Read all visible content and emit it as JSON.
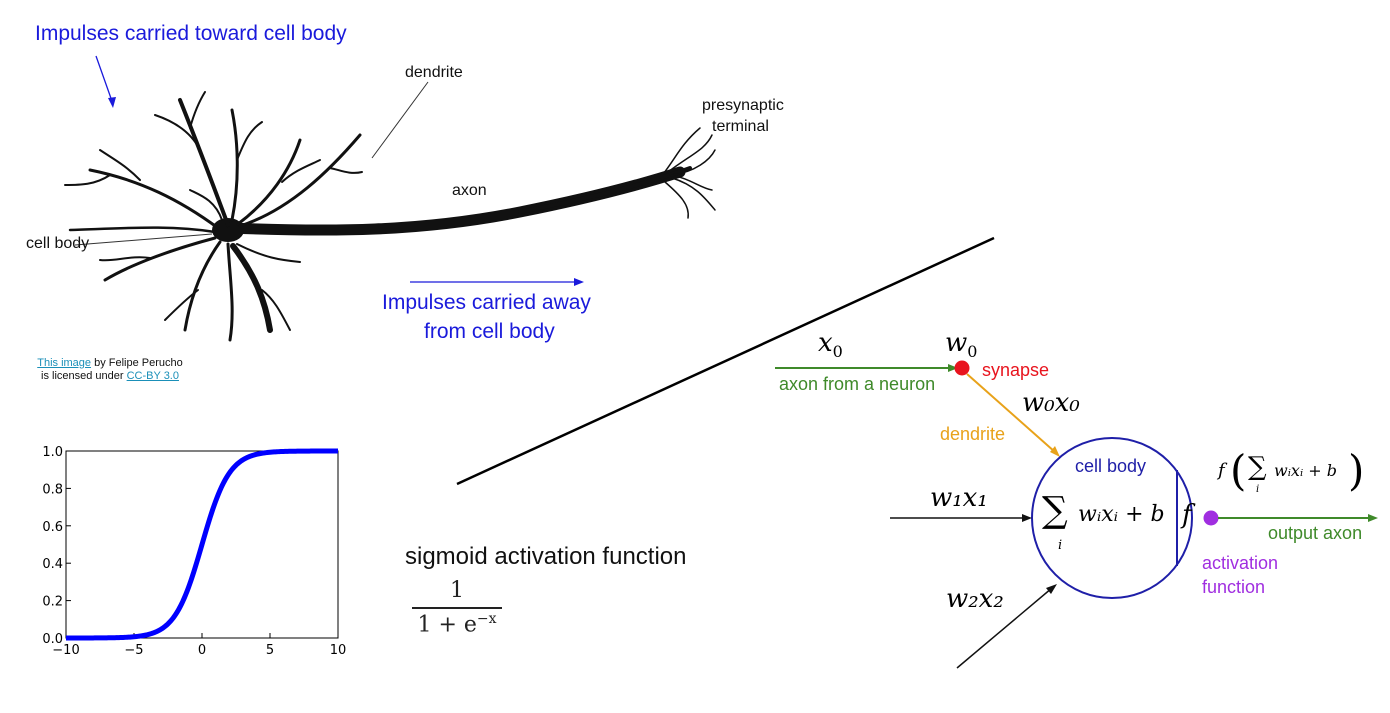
{
  "neuron": {
    "impulses_toward": "Impulses carried toward cell body",
    "dendrite": "dendrite",
    "presynaptic_line1": "presynaptic",
    "presynaptic_line2": "terminal",
    "axon": "axon",
    "cell_body": "cell body",
    "impulses_away_line1": "Impulses carried away",
    "impulses_away_line2": "from cell body",
    "credit": {
      "link1": "This image",
      "text1": " by Felipe Perucho",
      "text2": "is licensed under ",
      "link2": "CC-BY 3.0"
    }
  },
  "sigmoid": {
    "title": "sigmoid activation function",
    "formula_numerator": "1",
    "formula_denominator": "1 + e",
    "formula_exponent": "−x"
  },
  "model": {
    "x0": "x",
    "x0_sub": "0",
    "w0": "w",
    "w0_sub": "0",
    "synapse": "synapse",
    "axon_from_neuron": "axon from a neuron",
    "w0x0": "w₀x₀",
    "dendrite": "dendrite",
    "cell_body": "cell body",
    "w1x1": "w₁x₁",
    "sum_expr": "wᵢxᵢ + b",
    "sum_sub": "i",
    "f": "f",
    "w2x2": "w₂x₂",
    "output_expr_f": "f",
    "output_expr_inner": "wᵢxᵢ + b",
    "output_axon": "output axon",
    "activation_line1": "activation",
    "activation_line2": "function",
    "colors": {
      "green": "#3f8a2a",
      "red": "#e8141e",
      "orange": "#e8a21a",
      "blue": "#1f1fa8",
      "purple": "#a02ee0"
    }
  },
  "chart_data": {
    "type": "line",
    "function": "sigmoid",
    "x": [
      -10,
      -8,
      -6,
      -5,
      -4,
      -3,
      -2,
      -1,
      0,
      1,
      2,
      3,
      4,
      5,
      6,
      8,
      10
    ],
    "values": [
      4.54e-05,
      0.000335,
      0.00247,
      0.00669,
      0.018,
      0.0474,
      0.119,
      0.269,
      0.5,
      0.731,
      0.881,
      0.953,
      0.982,
      0.993,
      0.9975,
      0.99966,
      0.99995
    ],
    "xlim": [
      -10,
      10
    ],
    "ylim": [
      0.0,
      1.0
    ],
    "xticks": [
      "−10",
      "−5",
      "0",
      "5",
      "10"
    ],
    "yticks": [
      "0.0",
      "0.2",
      "0.4",
      "0.6",
      "0.8",
      "1.0"
    ],
    "color": "#0000ff",
    "grid": false
  }
}
